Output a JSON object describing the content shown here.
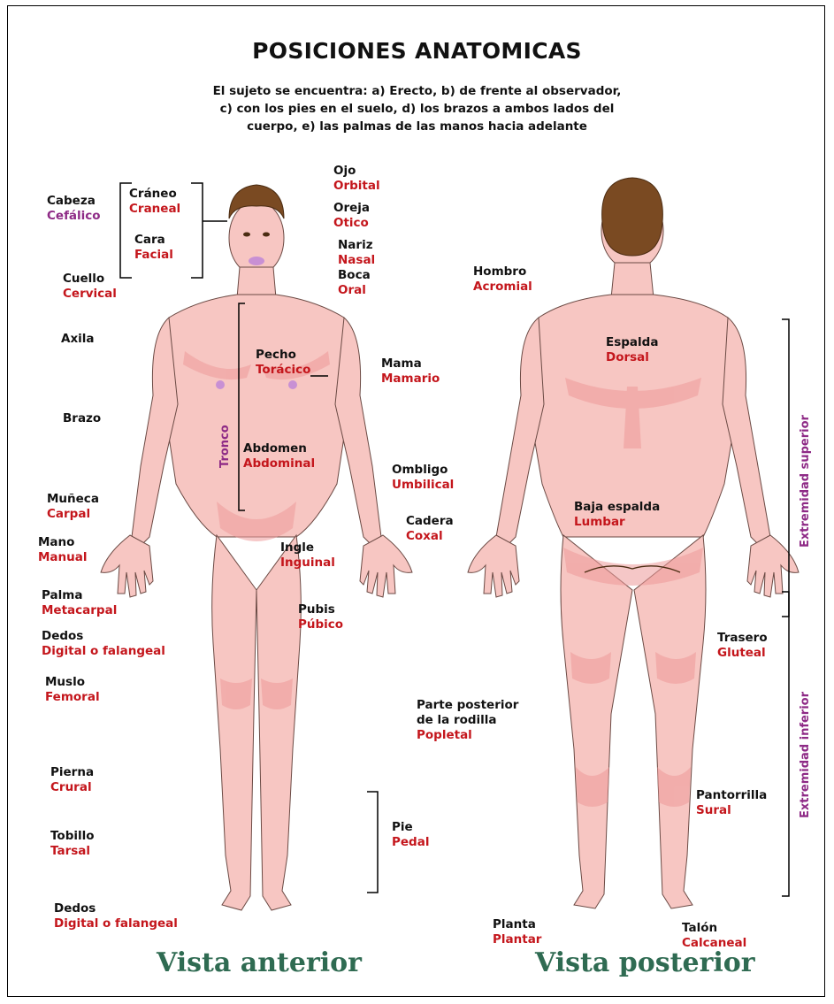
{
  "title": "POSICIONES ANATOMICAS",
  "subtitle": {
    "line1": "El sujeto se encuentra: a) Erecto, b) de frente al observador,",
    "line2": "c) con los pies en el suelo, d) los brazos a ambos lados del",
    "line3": "cuerpo, e) las palmas de las manos hacia adelante"
  },
  "views": {
    "anterior": "Vista anterior",
    "posterior": "Vista posterior"
  },
  "brackets": {
    "tronco": "Tronco",
    "extremidad_superior": "Extremidad superior",
    "extremidad_inferior": "Extremidad inferior"
  },
  "labels": {
    "cabeza": {
      "name": "Cabeza",
      "term": "Cefálico"
    },
    "craneo": {
      "name": "Cráneo",
      "term": "Craneal"
    },
    "cara": {
      "name": "Cara",
      "term": "Facial"
    },
    "cuello": {
      "name": "Cuello",
      "term": "Cervical"
    },
    "axila": {
      "name": "Axila"
    },
    "brazo": {
      "name": "Brazo"
    },
    "muneca": {
      "name": "Muñeca",
      "term": "Carpal"
    },
    "mano": {
      "name": "Mano",
      "term": "Manual"
    },
    "palma": {
      "name": "Palma",
      "term": "Metacarpal"
    },
    "dedos_mano": {
      "name": "Dedos",
      "term": "Digital o falangeal"
    },
    "muslo": {
      "name": "Muslo",
      "term": "Femoral"
    },
    "pierna": {
      "name": "Pierna",
      "term": "Crural"
    },
    "tobillo": {
      "name": "Tobillo",
      "term": "Tarsal"
    },
    "dedos_pie": {
      "name": "Dedos",
      "term": "Digital o falangeal"
    },
    "ojo": {
      "name": "Ojo",
      "term": "Orbital"
    },
    "oreja": {
      "name": "Oreja",
      "term": "Otico"
    },
    "nariz": {
      "name": "Nariz",
      "term": "Nasal"
    },
    "boca": {
      "name": "Boca",
      "term": "Oral"
    },
    "pecho": {
      "name": "Pecho",
      "term": "Torácico"
    },
    "mama": {
      "name": "Mama",
      "term": "Mamario"
    },
    "abdomen": {
      "name": "Abdomen",
      "term": "Abdominal"
    },
    "ombligo": {
      "name": "Ombligo",
      "term": "Umbilical"
    },
    "cadera": {
      "name": "Cadera",
      "term": "Coxal"
    },
    "ingle": {
      "name": "Ingle",
      "term": "Inguinal"
    },
    "pubis": {
      "name": "Pubis",
      "term": "Púbico"
    },
    "pie": {
      "name": "Pie",
      "term": "Pedal"
    },
    "hombro": {
      "name": "Hombro",
      "term": "Acromial"
    },
    "espalda": {
      "name": "Espalda",
      "term": "Dorsal"
    },
    "baja_espalda": {
      "name": "Baja espalda",
      "term": "Lumbar"
    },
    "trasero": {
      "name": "Trasero",
      "term": "Gluteal"
    },
    "rodilla_post": {
      "name": "Parte posterior",
      "name2": "de la rodilla",
      "term": "Popletal"
    },
    "pantorrilla": {
      "name": "Pantorrilla",
      "term": "Sural"
    },
    "planta": {
      "name": "Planta",
      "term": "Plantar"
    },
    "talon": {
      "name": "Talón",
      "term": "Calcaneal"
    }
  },
  "colors": {
    "skin": "#f7c6c2",
    "skin_shade": "#ee9a9a",
    "hair": "#7a4a22",
    "term_red": "#c4161c",
    "term_purple": "#8e2a86",
    "view_green": "#2f6b52"
  }
}
